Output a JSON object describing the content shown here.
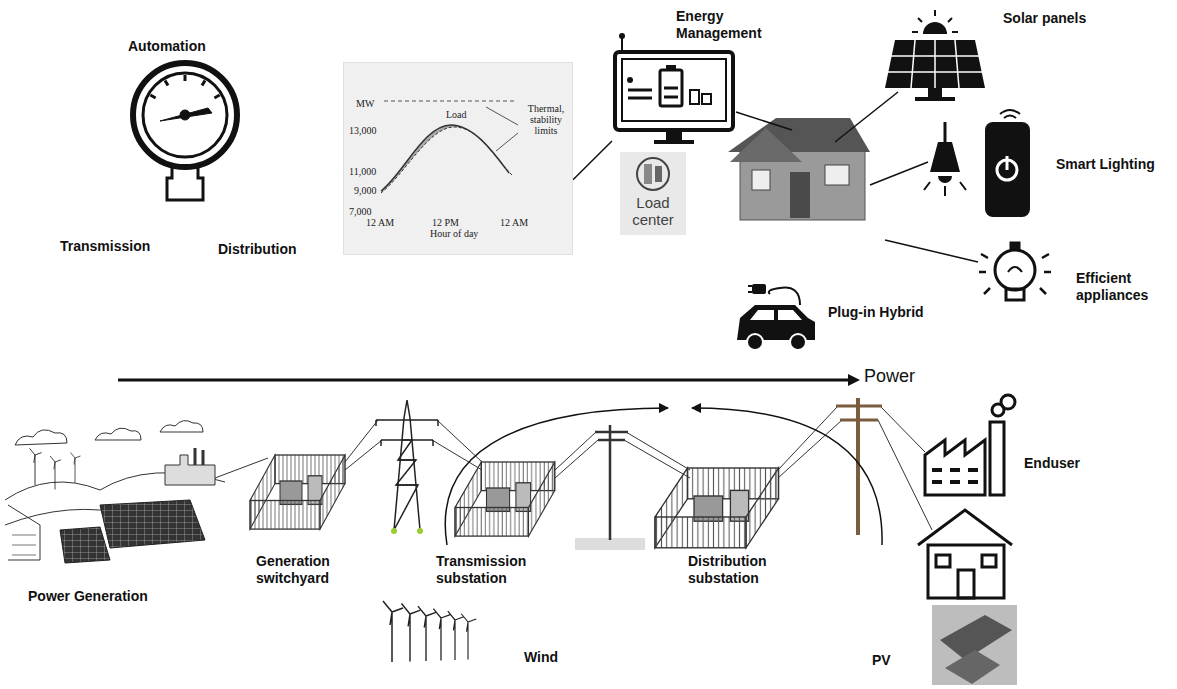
{
  "diagram": {
    "nodes": [
      {
        "text": [
          "MW",
          "13,000",
          "11,000",
          "9,000",
          "7,000",
          "12 AM",
          "12 PM",
          "12 AM",
          "Hour of day",
          "Load",
          "Thermal, stability limits"
        ]
      },
      {
        "text": [
          "Energy Management"
        ]
      },
      {
        "text": [
          "Load center"
        ]
      }
    ],
    "edges": [
      {
        "from": 0,
        "to": 1,
        "arrow": "none"
      }
    ],
    "labels": [
      "Automation",
      "Transmission",
      "Distribution",
      "Solar panels",
      "Smart Lighting",
      "Efficient appliances",
      "Plug-in Hybrid",
      "Power",
      "Power Generation",
      "Generation switchyard",
      "Transmission substation",
      "Distribution substation",
      "Enduser",
      "Wind",
      "PV"
    ]
  }
}
